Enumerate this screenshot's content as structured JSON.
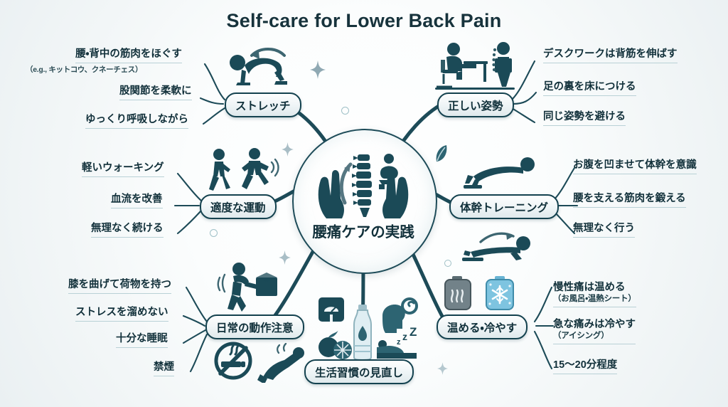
{
  "title": "Self-care for Lower Back Pain",
  "center": {
    "label": "腰痛ケアの実践",
    "icon": "hands-holding-spine-icon"
  },
  "colors": {
    "ink": "#16333c",
    "node_border": "#14424f",
    "branch_line": "#1d4b58",
    "underline": "#b9d1d6",
    "ice": "#4ea3c8",
    "background": "#f2f6f7"
  },
  "branches": [
    {
      "id": "stretch",
      "label": "ストレッチ",
      "side": "left",
      "icon": "cat-cow-stretch-icon",
      "items": [
        {
          "text": "腰・背中の筋肉をほぐす",
          "note": "（e.g., キットコウ、クネーチェス）"
        },
        {
          "text": "股関節を柔軟に"
        },
        {
          "text": "ゆっくり呼吸しながら"
        }
      ]
    },
    {
      "id": "exercise",
      "label": "適度な運動",
      "side": "left",
      "icon": "walking-running-icon",
      "items": [
        {
          "text": "軽いウォーキング"
        },
        {
          "text": "血流を改善"
        },
        {
          "text": "無理なく続ける"
        }
      ]
    },
    {
      "id": "daily-motion",
      "label": "日常の動作注意",
      "side": "left",
      "icon": "lifting-box-icon",
      "items": [
        {
          "text": "膝を曲げて荷物を持つ"
        },
        {
          "text": "ストレスを溜めない"
        },
        {
          "text": "十分な睡眠"
        },
        {
          "text": "禁煙"
        }
      ]
    },
    {
      "id": "posture",
      "label": "正しい姿勢",
      "side": "right",
      "icon": "desk-posture-icon",
      "items": [
        {
          "text": "デスクワークは背筋を伸ばす"
        },
        {
          "text": "足の裏を床につける"
        },
        {
          "text": "同じ姿勢を避ける"
        }
      ]
    },
    {
      "id": "core-training",
      "label": "体幹トレーニング",
      "side": "right",
      "icon": "plank-exercise-icon",
      "items": [
        {
          "text": "お腹を凹ませて体幹を意識"
        },
        {
          "text": "腰を支える筋肉を鍛える"
        },
        {
          "text": "無理なく行う"
        }
      ]
    },
    {
      "id": "heat-cold",
      "label": "温める・冷やす",
      "side": "right",
      "icon": "heat-pack-ice-pack-icon",
      "items": [
        {
          "text": "慢性痛は温める",
          "note": "（お風呂・温熱シート）"
        },
        {
          "text": "急な痛みは冷やす",
          "note": "（アイシング）"
        },
        {
          "text": "15〜20分程度"
        }
      ]
    },
    {
      "id": "lifestyle",
      "label": "生活習慣の見直し",
      "side": "bottom",
      "icon": "scale-fruit-water-sleep-icon",
      "items": []
    }
  ],
  "icon_legend": [
    "cat-cow-stretch-icon",
    "walking-running-icon",
    "lifting-box-icon",
    "no-smoking-icon",
    "knee-bend-icon",
    "desk-posture-icon",
    "standing-spine-icon",
    "plank-exercise-icon",
    "prone-extension-icon",
    "heat-pack-icon",
    "ice-pack-icon",
    "weight-scale-icon",
    "fruit-icon",
    "water-bottle-icon",
    "stress-head-icon",
    "sleep-bed-icon",
    "leaf-icon",
    "sparkle-icon"
  ]
}
